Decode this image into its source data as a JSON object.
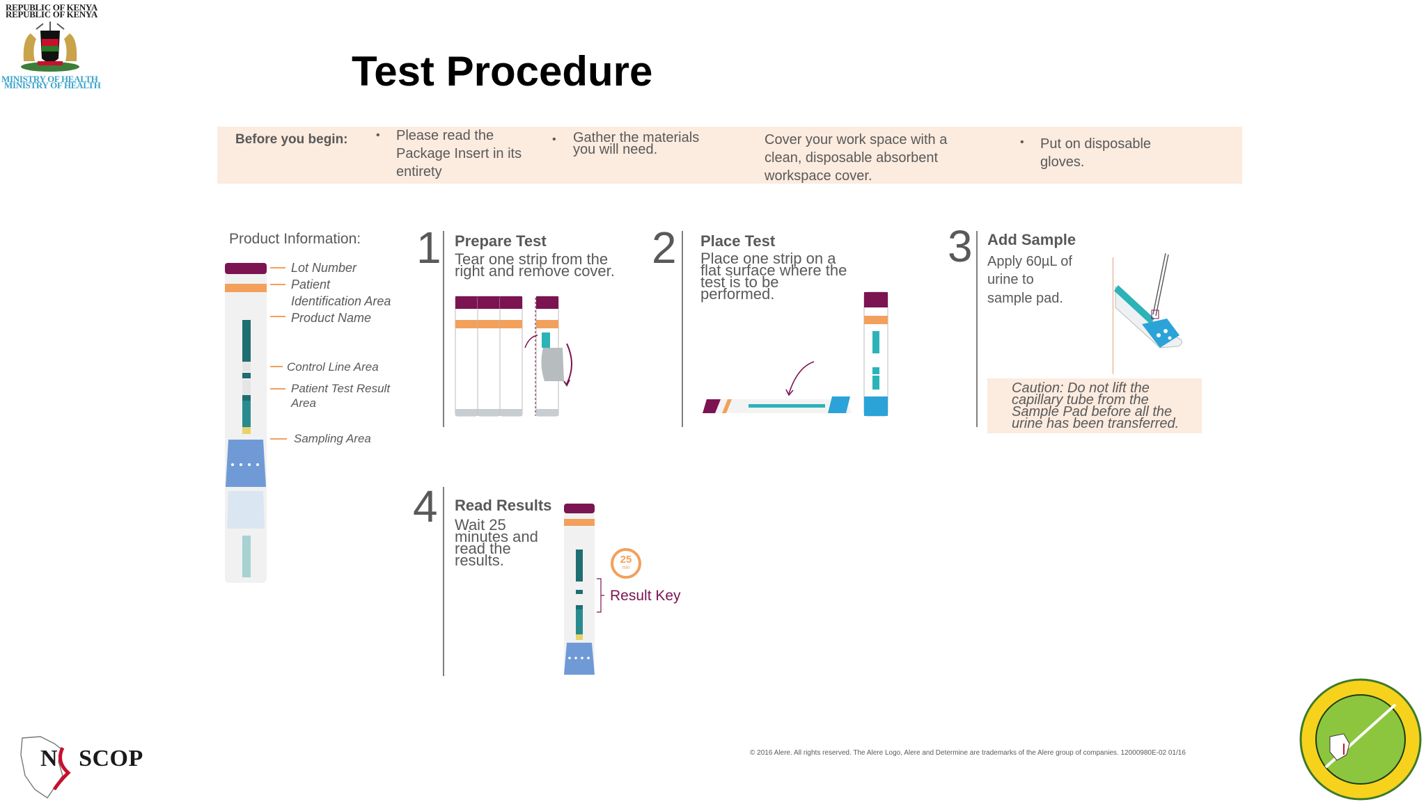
{
  "header": {
    "republic_line1": "REPUBLIC OF KENYA",
    "republic_line2": "REPUBLIC OF KENYA",
    "ministry_line1": "MINISTRY OF HEALTH",
    "ministry_line2": "MINISTRY OF HEALTH",
    "title": "Test Procedure"
  },
  "before_begin": {
    "heading": "Before you begin:",
    "items": [
      "Please read the Package Insert in its entirety",
      "Gather the materials you will need.",
      "Cover your work space with a clean, disposable absorbent workspace cover.",
      "Put on disposable gloves."
    ]
  },
  "product_info": {
    "title": "Product Information:",
    "labels": {
      "lot_number": "Lot Number",
      "patient_id": "Patient",
      "patient_id2": "Identification Area",
      "product_name": "Product Name",
      "control_line": "Control Line Area",
      "patient_result": "Patient Test Result",
      "patient_result2": "Area",
      "sampling": "Sampling Area"
    }
  },
  "steps": [
    {
      "number": "1",
      "title": "Prepare Test",
      "text": [
        "Tear one strip from the",
        "right and remove cover."
      ]
    },
    {
      "number": "2",
      "title": "Place Test",
      "text": [
        "Place one strip on a",
        "flat  surface where the",
        "test is  to be",
        "performed."
      ]
    },
    {
      "number": "3",
      "title": "Add Sample",
      "text": [
        "Apply 60µL of",
        "urine to",
        "sample pad."
      ]
    },
    {
      "number": "4",
      "title": "Read Results",
      "text": [
        "Wait 25",
        "minutes and",
        "read the",
        "results."
      ]
    }
  ],
  "caution": [
    "Caution: Do not lift the",
    "capillary tube from  the",
    "Sample Pad before all the",
    "urine has  been transferred."
  ],
  "timer": {
    "value": "25",
    "unit": "min"
  },
  "result_key": "Result Key",
  "copyright": "© 2016 Alere. All rights reserved. The Alere Logo, Alere and Determine are trademarks of the Alere group of companies. 12000980E-02 01/16",
  "footer": {
    "nascop": "NASCOP",
    "nascop_left": "N",
    "nascop_right": "SCOP"
  },
  "colors": {
    "maroon": "#7b1451",
    "orange": "#f2a05b",
    "teal": "#2bb3b8",
    "blue": "#6f9ad6",
    "band": "#fcebdf"
  }
}
